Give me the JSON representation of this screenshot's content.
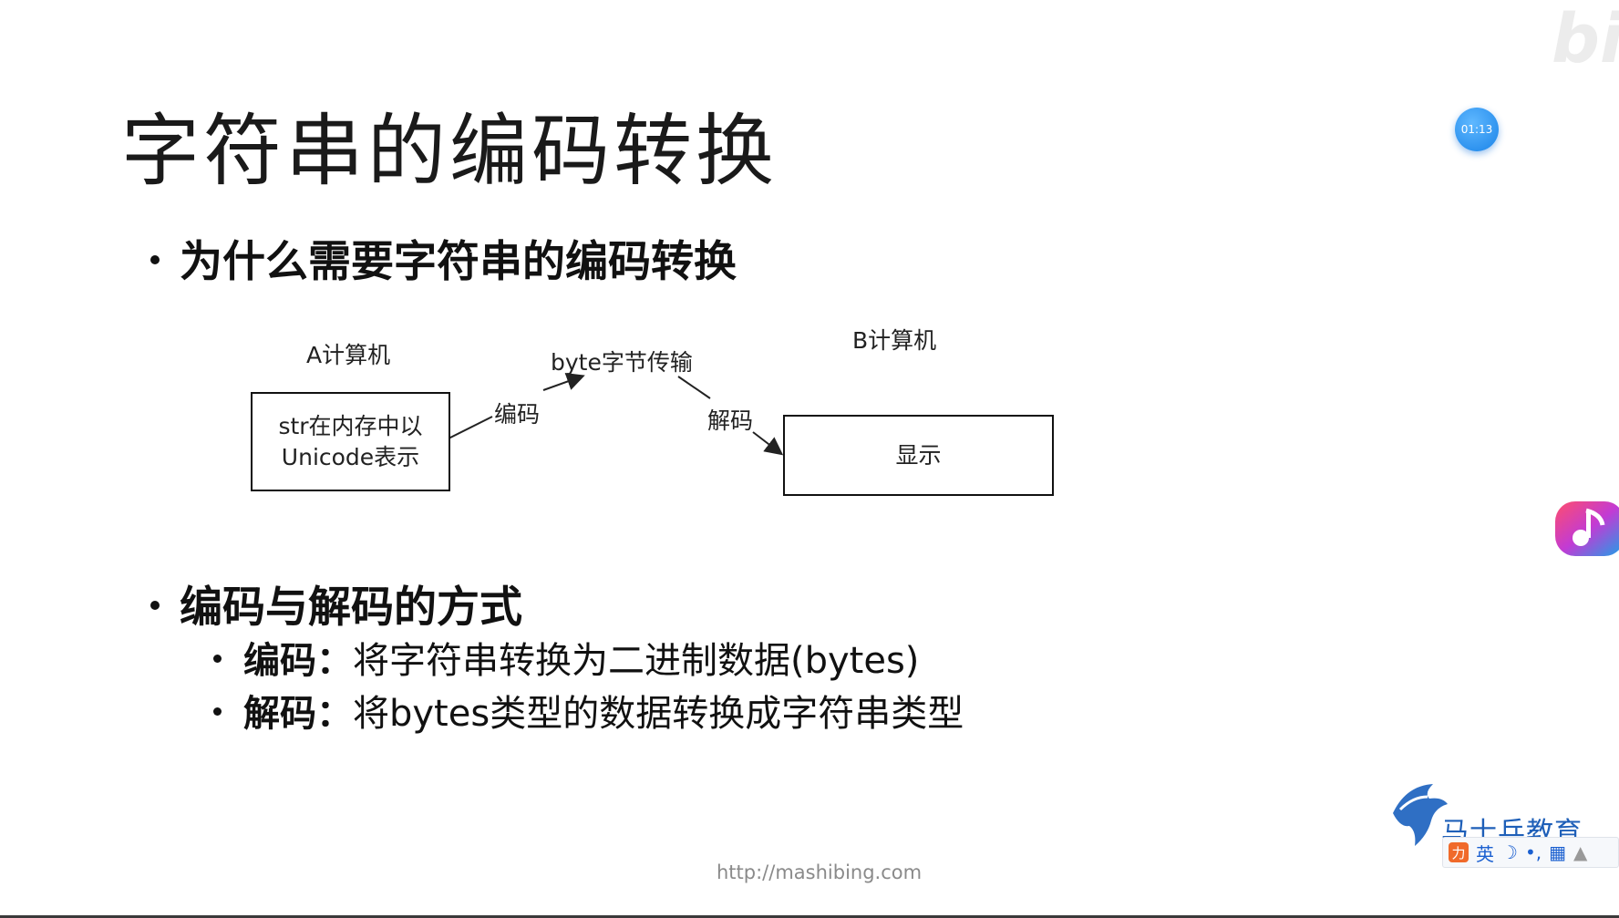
{
  "slide": {
    "title": "字符串的编码转换",
    "bullet1": "为什么需要字符串的编码转换",
    "bullet2": "编码与解码的方式",
    "sub1_key": "编码：",
    "sub1_text": "将字符串转换为二进制数据(bytes)",
    "sub2_key": "解码：",
    "sub2_text": "将bytes类型的数据转换成字符串类型",
    "footer_url": "http://mashibing.com"
  },
  "diagram": {
    "computer_a": "A计算机",
    "computer_b": "B计算机",
    "box_a_line1": "str在内存中以",
    "box_a_line2": "Unicode表示",
    "transfer": "byte字节传输",
    "encode": "编码",
    "decode": "解码",
    "box_b": "显示"
  },
  "overlay": {
    "timer": "01:13",
    "watermark": "bili",
    "logo_text": "马士兵教育",
    "ime_mode": "英",
    "ime_logo": "力"
  },
  "colors": {
    "timer_blue": "#1a83e8",
    "logo_blue": "#1e5fb8",
    "ime_orange": "#f06a2a"
  },
  "icons": [
    "timer-icon",
    "music-app-icon",
    "mashibing-logo-icon",
    "ime-toolbar-icons"
  ]
}
